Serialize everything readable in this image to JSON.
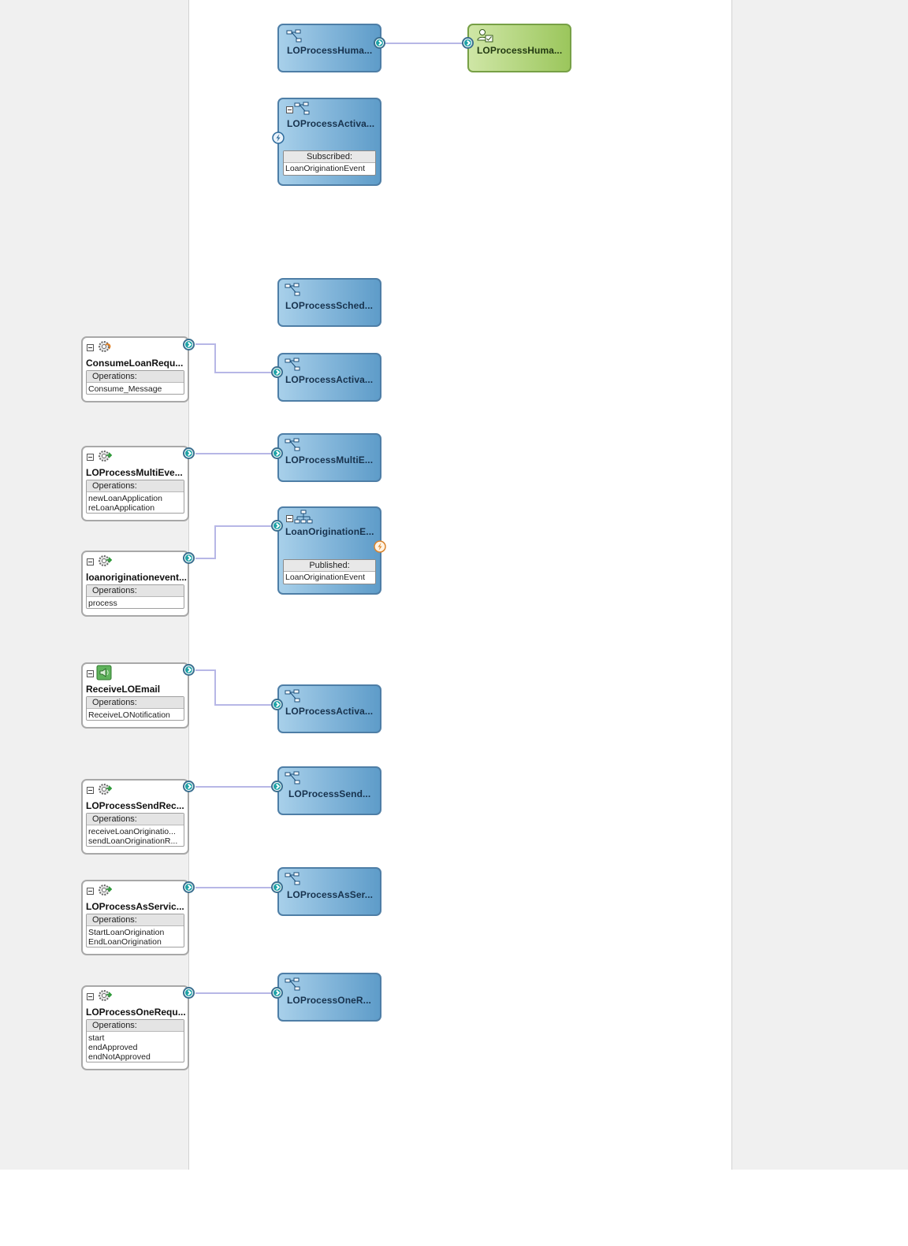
{
  "components": {
    "human1": {
      "label": "LOProcessHuma..."
    },
    "human_task": {
      "label": "LOProcessHuma..."
    },
    "activation_sub": {
      "label": "LOProcessActiva...",
      "subscribed_label": "Subscribed:",
      "event": "LoanOriginationEvent"
    },
    "scheduler": {
      "label": "LOProcessSched..."
    },
    "activation2": {
      "label": "LOProcessActiva..."
    },
    "multi_event": {
      "label": "LOProcessMultiE..."
    },
    "loan_event": {
      "label": "LoanOriginationE...",
      "published_label": "Published:",
      "event": "LoanOriginationEvent"
    },
    "activation3": {
      "label": "LOProcessActiva..."
    },
    "send": {
      "label": "LOProcessSend..."
    },
    "as_service": {
      "label": "LOProcessAsSer..."
    },
    "one_request": {
      "label": "LOProcessOneR..."
    }
  },
  "services": [
    {
      "name": "ConsumeLoanRequ...",
      "ops_label": "Operations:",
      "ops": [
        "Consume_Message"
      ]
    },
    {
      "name": "LOProcessMultiEve...",
      "ops_label": "Operations:",
      "ops": [
        "newLoanApplication",
        "reLoanApplication"
      ]
    },
    {
      "name": "loanoriginationevent...",
      "ops_label": "Operations:",
      "ops": [
        "process"
      ]
    },
    {
      "name": "ReceiveLOEmail",
      "ops_label": "Operations:",
      "ops": [
        "ReceiveLONotification"
      ]
    },
    {
      "name": "LOProcessSendRec...",
      "ops_label": "Operations:",
      "ops": [
        "receiveLoanOriginatio...",
        "sendLoanOriginationR..."
      ]
    },
    {
      "name": "LOProcessAsServic...",
      "ops_label": "Operations:",
      "ops": [
        "StartLoanOrigination",
        "EndLoanOrigination"
      ]
    },
    {
      "name": "LOProcessOneRequ...",
      "ops_label": "Operations:",
      "ops": [
        "start",
        "endApproved",
        "endNotApproved"
      ]
    }
  ],
  "colors": {
    "component_blue": "#6ea8d3",
    "human_task_green": "#b3d57e",
    "wire": "#b7b7e6",
    "port_teal": "#1ea3a7",
    "lane_gray": "#f0f0f0"
  }
}
